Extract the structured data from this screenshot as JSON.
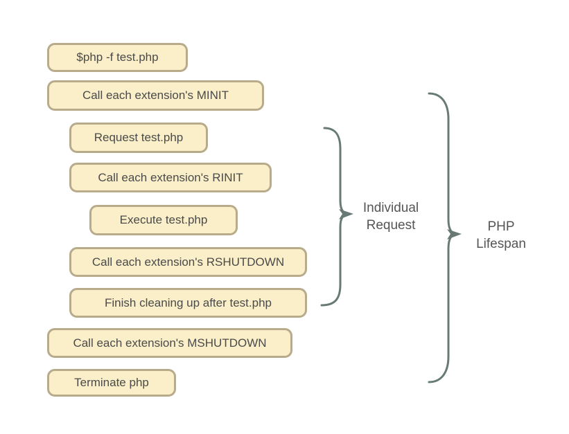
{
  "steps": [
    {
      "label": "$php -f test.php"
    },
    {
      "label": "Call each extension's MINIT"
    },
    {
      "label": "Request test.php"
    },
    {
      "label": "Call each extension's RINIT"
    },
    {
      "label": "Execute test.php"
    },
    {
      "label": "Call each extension's RSHUTDOWN"
    },
    {
      "label": "Finish cleaning up after test.php"
    },
    {
      "label": "Call each extension's MSHUTDOWN"
    },
    {
      "label": "Terminate php"
    }
  ],
  "braces": {
    "individual_request": {
      "line1": "Individual",
      "line2": "Request"
    },
    "php_lifespan": {
      "line1": "PHP",
      "line2": "Lifespan"
    }
  },
  "colors": {
    "box_fill": "#faefc8",
    "box_border": "#b8ab8c",
    "brace_stroke": "#677a75",
    "text": "#4a4a4a"
  }
}
